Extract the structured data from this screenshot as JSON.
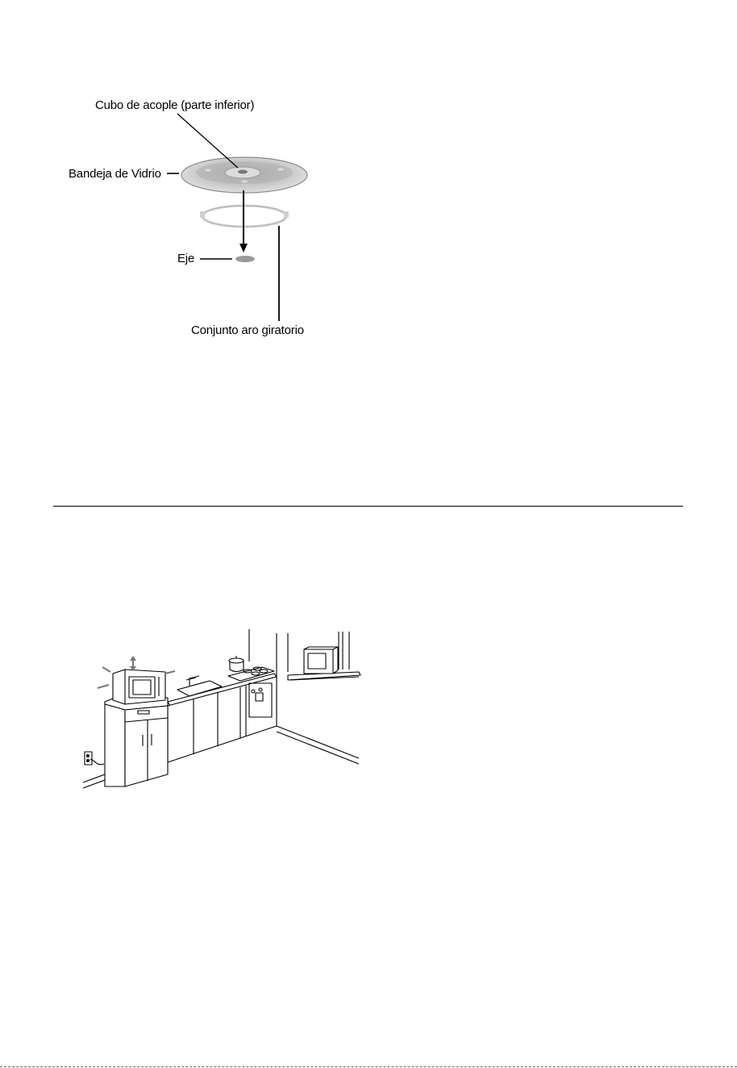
{
  "turntable_figure": {
    "labels": {
      "hub": "Cubo de acople (parte inferior)",
      "glass_tray": "Bandeja de Vidrio",
      "shaft": "Eje",
      "roller_ring": "Conjunto aro giratorio"
    }
  }
}
